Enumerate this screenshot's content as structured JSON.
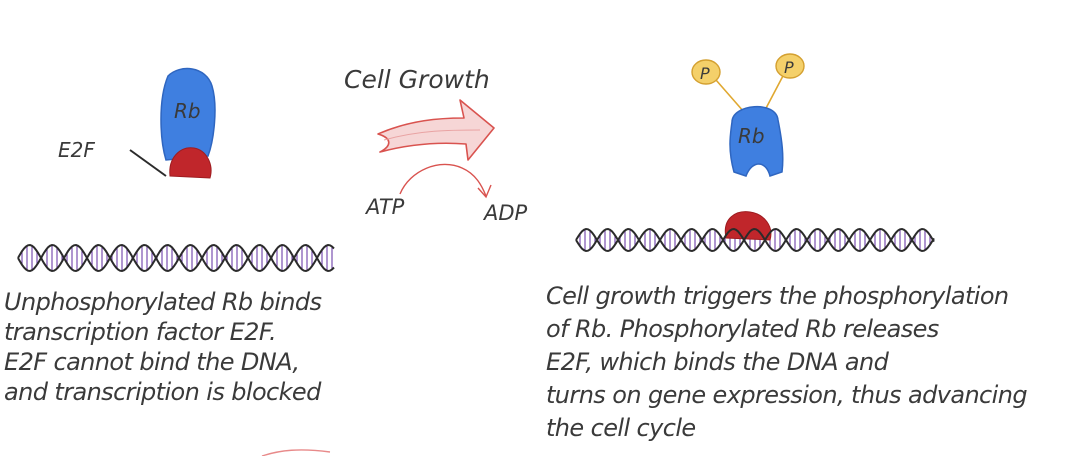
{
  "labels": {
    "rb_left": "Rb",
    "e2f_left": "E2F",
    "rb_right": "Rb",
    "phosphate_1": "P",
    "phosphate_2": "P",
    "cell_growth": "Cell Growth",
    "atp": "ATP",
    "adp": "ADP"
  },
  "captions": {
    "left": [
      "Unphosphorylated Rb binds",
      "transcription factor E2F.",
      "E2F cannot bind the DNA,",
      "and transcription is blocked"
    ],
    "right": [
      "Cell growth triggers the phosphorylation",
      "of Rb. Phosphorylated Rb releases",
      "E2F, which binds the DNA and",
      "turns on gene expression, thus advancing",
      "the cell cycle"
    ]
  },
  "colors": {
    "rb_blue": "#3f7fe0",
    "e2f_red": "#c0262b",
    "arrow_fill": "#f6d6d6",
    "arrow_stroke": "#d9534f",
    "phosphate_fill": "#f4d06a",
    "phosphate_stroke": "#d4a030",
    "dna_strand": "#2b2b2b",
    "dna_rung": "#7a4fb0",
    "text": "#3a3a3a"
  }
}
